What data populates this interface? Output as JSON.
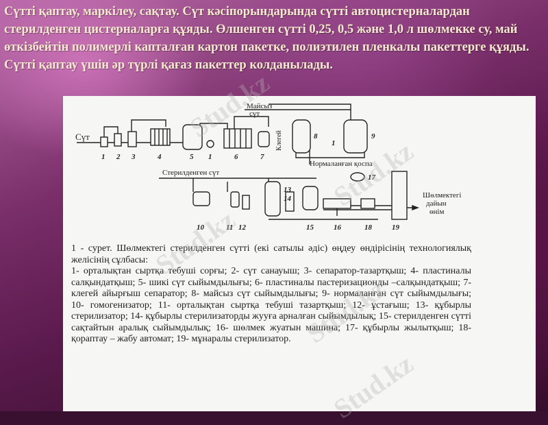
{
  "slide": {
    "heading": "Сүтті қаптау, маркілеу, сақтау. Сүт кәсіпорындарында сүтті автоцистерналардан стерилденген цистерналарға құяды. Өлшенген сүтті 0,25, 0,5 және 1,0 л шөлмекке су, май өткізбейтін полимерлі капталған картон пакетке, полиэтилен пленкалы пакеттерге құяды. Сүтті қаптау үшін әр түрлі қағаз пакеттер колданылады."
  },
  "diagram": {
    "labels": {
      "milk_in": "Сүт",
      "skim_milk_1": "Майсыз",
      "skim_milk_2": "сүт",
      "cream": "Клегей",
      "normalized_mix": "Нормаланған қоспа",
      "sterilized_milk": "Стерилденген сүт",
      "output_1": "Шөлмектегі",
      "output_2": "дайын",
      "output_3": "өнім"
    },
    "numbers": [
      "1",
      "2",
      "3",
      "4",
      "5",
      "1",
      "6",
      "7",
      "8",
      "1",
      "9",
      "10",
      "11",
      "12",
      "13",
      "14",
      "15",
      "16",
      "17",
      "18",
      "19"
    ]
  },
  "caption": {
    "lead": "1 - сурет.",
    "title": " Шөлмектегі стерилденген сүтті (екі сатылы әдіс) өңдеу өндірісінің технологиялық желісінің сұлбасы:",
    "items": "1- орталықтан сыртқа тебуші сорғы; 2- сүт санауыш; 3- сепаратор-тазартқыш; 4- пластиналы салқындатқыш; 5- шикі сүт сыйымдылығы; 6- пластиналы пастеризационды –салқындатқыш; 7- клегей айырғыш сепаратор; 8- майсыз сүт сыйымдылығы; 9- нормаланған сүт сыйымдылығы; 10- гомогенизатор; 11- орталықтан сыртқа тебуші тазартқыш; 12- ұстағыш; 13- құбырлы стерилизатор; 14- құбырлы стерилизаторды жууға арналған сыйымдылық; 15- стерилденген сүтті сақтайтын аралық сыйымдылық; 16- шөлмек жуатын машина; 17- құбырлы жылытқыш; 18- қораптау – жабу автомат; 19- мұнаралы стерилизатор."
  },
  "watermark": "Stud.kz"
}
